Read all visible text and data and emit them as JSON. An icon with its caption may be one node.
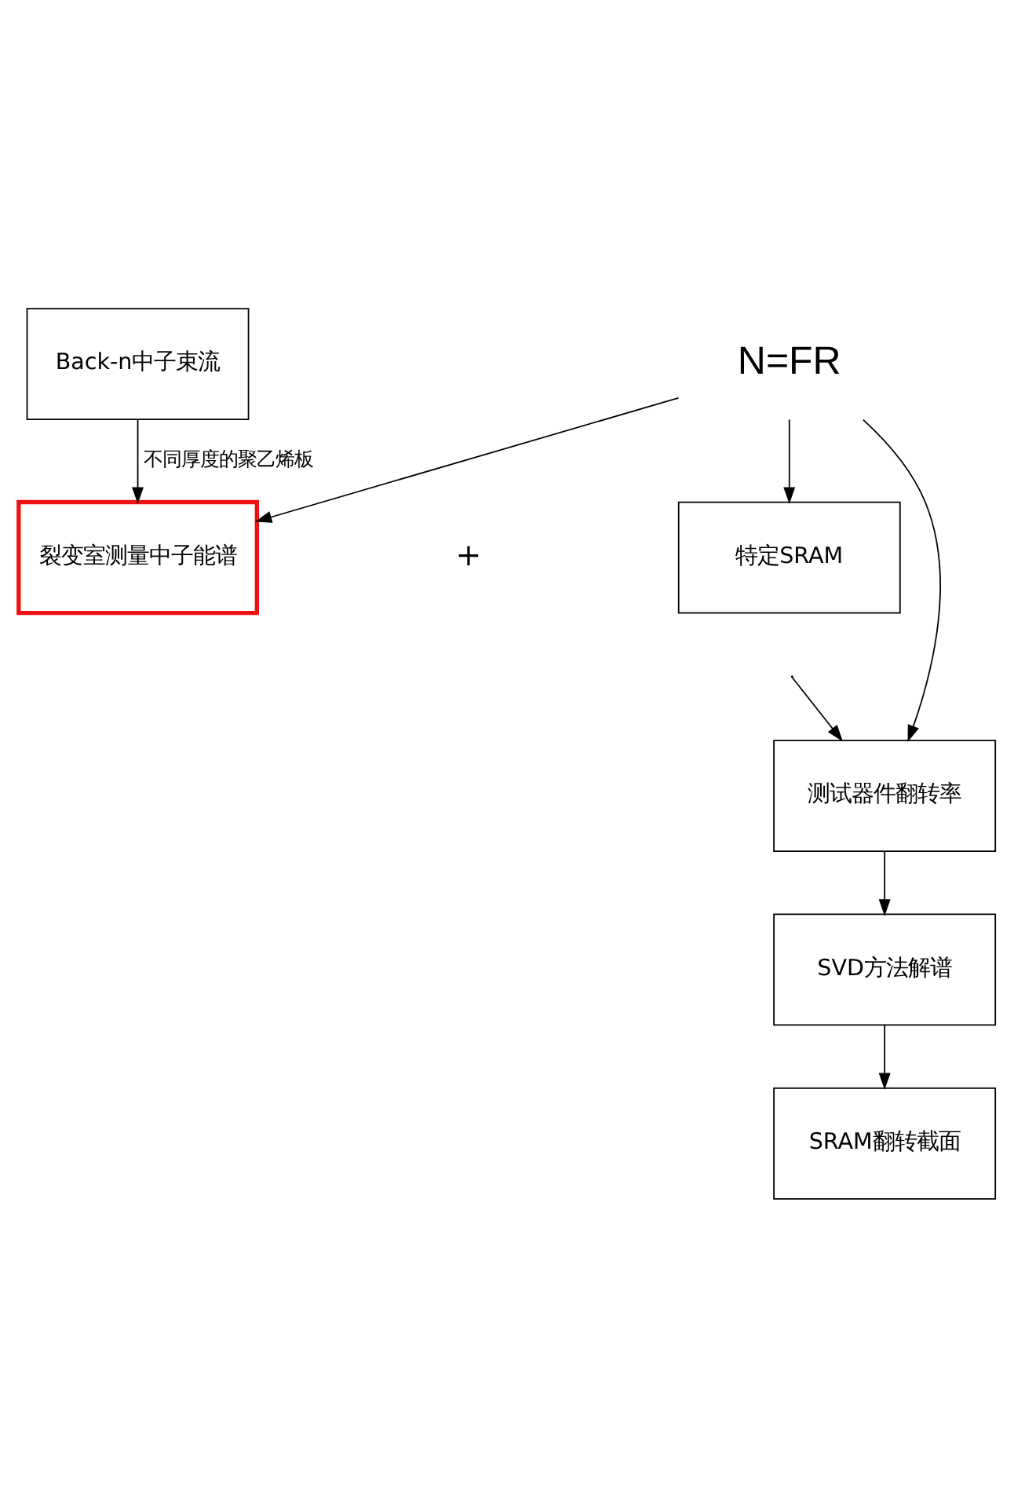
{
  "diagram": {
    "nodes": [
      {
        "text": [
          "Back-n中子束流"
        ]
      },
      {
        "text": [
          "裂变室测量中子能谱"
        ]
      },
      {
        "text": [
          "特定SRAM"
        ]
      },
      {
        "text": [
          "N=FR"
        ]
      },
      {
        "text": [
          "测试器件翻转率"
        ]
      },
      {
        "text": [
          "SVD方法解谱"
        ]
      },
      {
        "text": [
          "SRAM翻转截面"
        ]
      }
    ],
    "edges": [
      {
        "from": 0,
        "to": 1,
        "arrow": "to",
        "label": "不同厚度的聚乙烯板"
      },
      {
        "from": null,
        "to": 4,
        "arrow": "to"
      },
      {
        "from": 3,
        "to": 1,
        "arrow": "to"
      },
      {
        "from": 3,
        "to": 2,
        "arrow": "to"
      },
      {
        "from": 3,
        "to": 4,
        "arrow": "to"
      },
      {
        "from": 4,
        "to": 5,
        "arrow": "to"
      },
      {
        "from": 5,
        "to": 6,
        "arrow": "to"
      }
    ],
    "labels": [
      "+"
    ]
  }
}
